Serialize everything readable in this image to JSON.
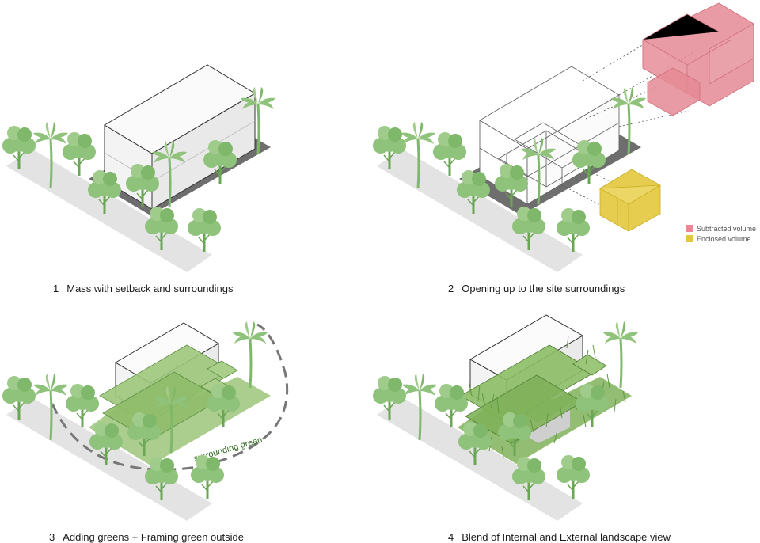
{
  "panels": [
    {
      "number": "1",
      "caption": "Mass with setback and surroundings"
    },
    {
      "number": "2",
      "caption": "Opening up to the site surroundings"
    },
    {
      "number": "3",
      "caption": "Adding greens + Framing green outside",
      "annotation": "surrounding green"
    },
    {
      "number": "4",
      "caption": "Blend of Internal and External landscape view"
    }
  ],
  "legend": [
    {
      "label": "Subtracted volume",
      "color": "#e58a95"
    },
    {
      "label": "Enclosed volume",
      "color": "#e4c83c"
    }
  ],
  "colors": {
    "tree": "#8fc27a",
    "tree_dark": "#6aa654",
    "road": "#e3e3e3",
    "setback": "#6e6e6e",
    "green_deck": "#8fbd6a",
    "subtracted": "#e58a95",
    "enclosed": "#e4c83c"
  }
}
